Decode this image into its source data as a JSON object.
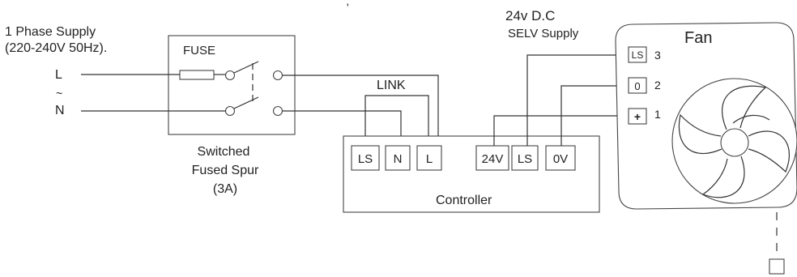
{
  "supply": {
    "line1": "1 Phase Supply",
    "line2": "(220-240V 50Hz).",
    "live": "L",
    "tilde": "~",
    "neutral": "N"
  },
  "spur": {
    "fuse_label": "FUSE",
    "caption_line1": "Switched",
    "caption_line2": "Fused Spur",
    "caption_line3": "(3A)"
  },
  "link_label": "LINK",
  "controller": {
    "title": "Controller",
    "mains_terminals": [
      "LS",
      "N",
      "L"
    ],
    "low_voltage_terminals": [
      "24V",
      "LS",
      "0V"
    ]
  },
  "dc_supply": {
    "line1": "24v D.C",
    "line2": "SELV Supply"
  },
  "fan": {
    "title": "Fan",
    "terminals": [
      {
        "symbol": "LS",
        "number": "3"
      },
      {
        "symbol": "0",
        "number": "2"
      },
      {
        "symbol": "+",
        "number": "1"
      }
    ]
  },
  "stray_mark": "'",
  "colors": {
    "line": "#333333",
    "text": "#222222",
    "background": "#ffffff"
  }
}
